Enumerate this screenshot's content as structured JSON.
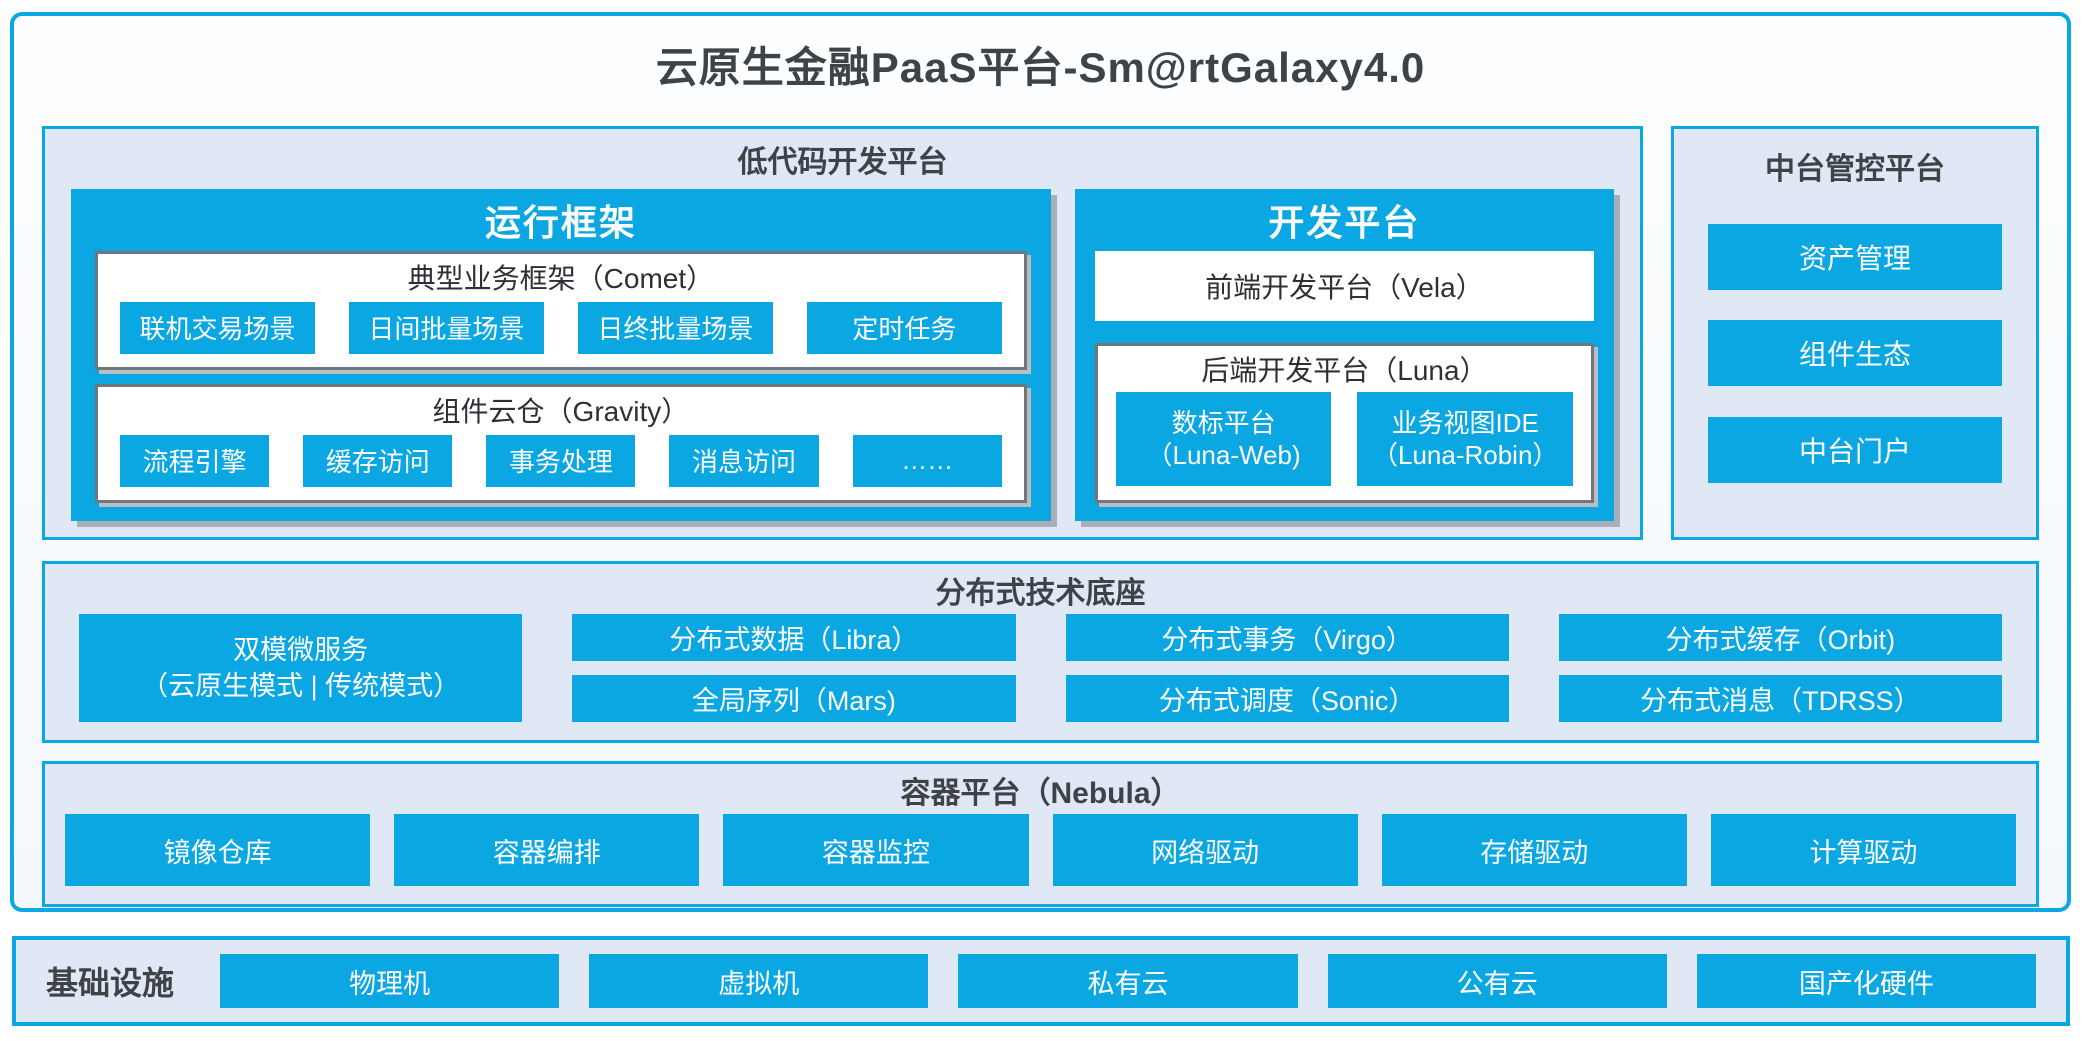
{
  "title": "云原生金融PaaS平台-Sm@rtGalaxy4.0",
  "colors": {
    "accent_blue": "#0ba7e2",
    "panel_bg": "#dfe8f4",
    "container_bg": "#f7fbfd",
    "dark_text": "#3e4347",
    "gray_border": "#6f767c",
    "white_text": "#ffffff"
  },
  "lowcode": {
    "header": "低代码开发平台",
    "runtime": {
      "header": "运行框架",
      "comet": {
        "title": "典型业务框架（Comet）",
        "items": [
          "联机交易场景",
          "日间批量场景",
          "日终批量场景",
          "定时任务"
        ]
      },
      "gravity": {
        "title": "组件云仓（Gravity）",
        "items": [
          "流程引擎",
          "缓存访问",
          "事务处理",
          "消息访问",
          "……"
        ]
      }
    },
    "dev": {
      "header": "开发平台",
      "vela": "前端开发平台（Vela）",
      "luna": {
        "title": "后端开发平台（Luna）",
        "items": [
          {
            "line1": "数标平台",
            "line2": "（Luna-Web)"
          },
          {
            "line1": "业务视图IDE",
            "line2": "（Luna-Robin）"
          }
        ]
      }
    }
  },
  "midplatform": {
    "header": "中台管控平台",
    "items": [
      "资产管理",
      "组件生态",
      "中台门户"
    ]
  },
  "distributed": {
    "header": "分布式技术底座",
    "dual_mode": {
      "line1": "双模微服务",
      "line2": "（云原生模式 | 传统模式）"
    },
    "grid": [
      [
        "分布式数据（Libra）",
        "全局序列（Mars)"
      ],
      [
        "分布式事务（Virgo）",
        "分布式调度（Sonic）"
      ],
      [
        "分布式缓存（Orbit)",
        "分布式消息（TDRSS）"
      ]
    ]
  },
  "container_platform": {
    "header": "容器平台（Nebula）",
    "items": [
      "镜像仓库",
      "容器编排",
      "容器监控",
      "网络驱动",
      "存储驱动",
      "计算驱动"
    ]
  },
  "infrastructure": {
    "label": "基础设施",
    "items": [
      "物理机",
      "虚拟机",
      "私有云",
      "公有云",
      "国产化硬件"
    ]
  }
}
